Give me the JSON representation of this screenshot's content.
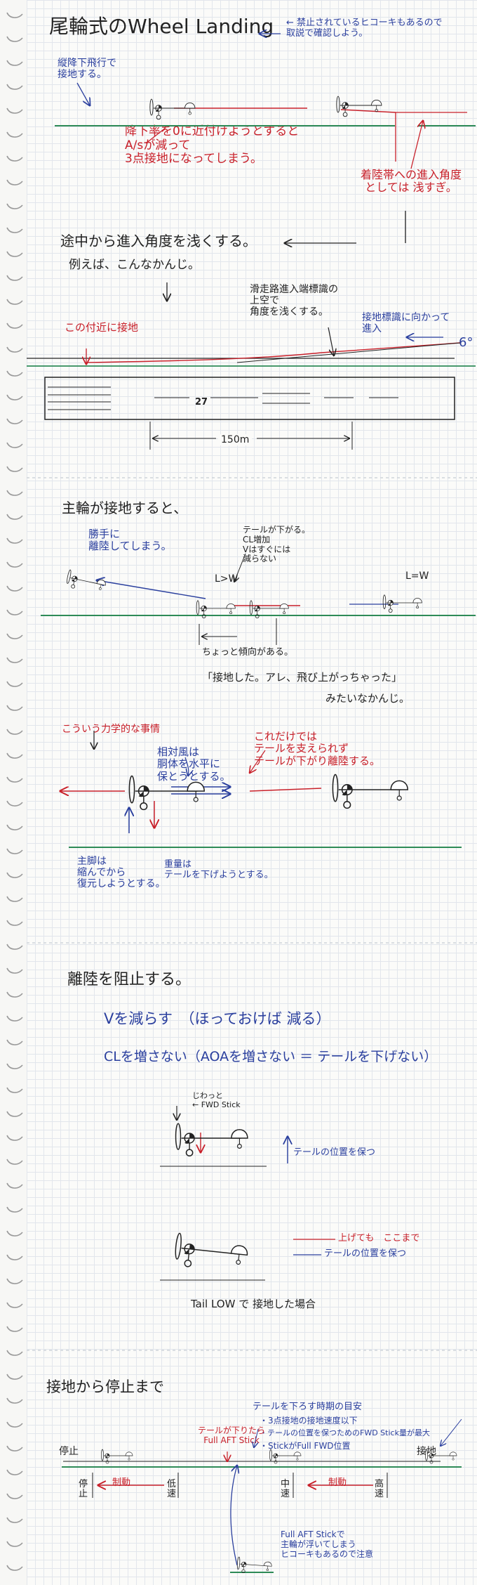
{
  "colors": {
    "ink": "#222222",
    "red": "#c8202a",
    "blue": "#2a3f9e",
    "green": "#2e8b57",
    "grid": "#e2e6ec"
  },
  "s1": {
    "title": "尾輪式のWheel Landing",
    "title_note": "← 禁止されているヒコーキもあるので\n取説で確認しよう。",
    "vertical_descent": "縦降下飛行で\n接地する。",
    "red_note": "降下率を0に近付けようとすると\nA/sが減って\n3点接地になってしまう。",
    "approach_note": "着陸帯への進入角度\nとしては 浅すぎ。",
    "shallow": "途中から進入角度を浅くする。",
    "example": "例えば、こんなかんじ。",
    "landing_pt": "この付近に接地",
    "threshold_note": "滑走路進入端標識の\n上空で\n角度を浅くする。",
    "approach_label": "接地標識に向かって\n進入",
    "angle": "6°",
    "runway_number": "27",
    "dist": "150m"
  },
  "s2": {
    "title": "主輪が接地すると、",
    "bounce": "勝手に\n離陸してしまう。",
    "tail_note": "テールが下がる。\nCL増加\nVはすぐには\n減らない",
    "lw1": "L>W",
    "lw2": "L=W",
    "tendency": "ちょっと傾向がある。",
    "quote": "「接地した。アレ、飛び上がっちゃった」",
    "quote2": "みたいなかんじ。",
    "reason": "こういう力学的な事情",
    "wind": "相対風は\n胴体を水平に\n保とうとする。",
    "red_note": "これだけでは\nテールを支えられず\nテールが下がり離陸する。",
    "gear": "主脚は\n縮んでから\n復元しようとする。",
    "cg": "重量は\nテールを下げようとする。"
  },
  "s3": {
    "title": "離陸を阻止する。",
    "v": "Vを減らす　（ほっておけば 減る）",
    "cl": "CLを増さない（AOAを増さない ＝ テールを下げない）",
    "fwd": "じわっと\n← FWD Stick",
    "keep": "テールの位置を保つ",
    "red": "上げても　ここまで",
    "keep2": "テールの位置を保つ",
    "tail_low": "Tail LOW で 接地した場合"
  },
  "s4": {
    "title": "接地から停止まで",
    "guide": "テールを下ろす時期の目安",
    "items": [
      "・3点接地の接地速度以下",
      "・テールの位置を保つためのFWD Stick量が最大",
      "・StickがFull FWD位置"
    ],
    "stop": "停止",
    "touchdown": "接地",
    "aft": "テールが下りたら\nFull AFT Stick",
    "brake": "制動",
    "brake2": "制動",
    "stop2": "停止",
    "low": "低速",
    "mid": "中速",
    "high": "高速",
    "warn": "Full AFT Stickで\n主輪が浮いてしまう\nヒコーキもあるので注意"
  }
}
